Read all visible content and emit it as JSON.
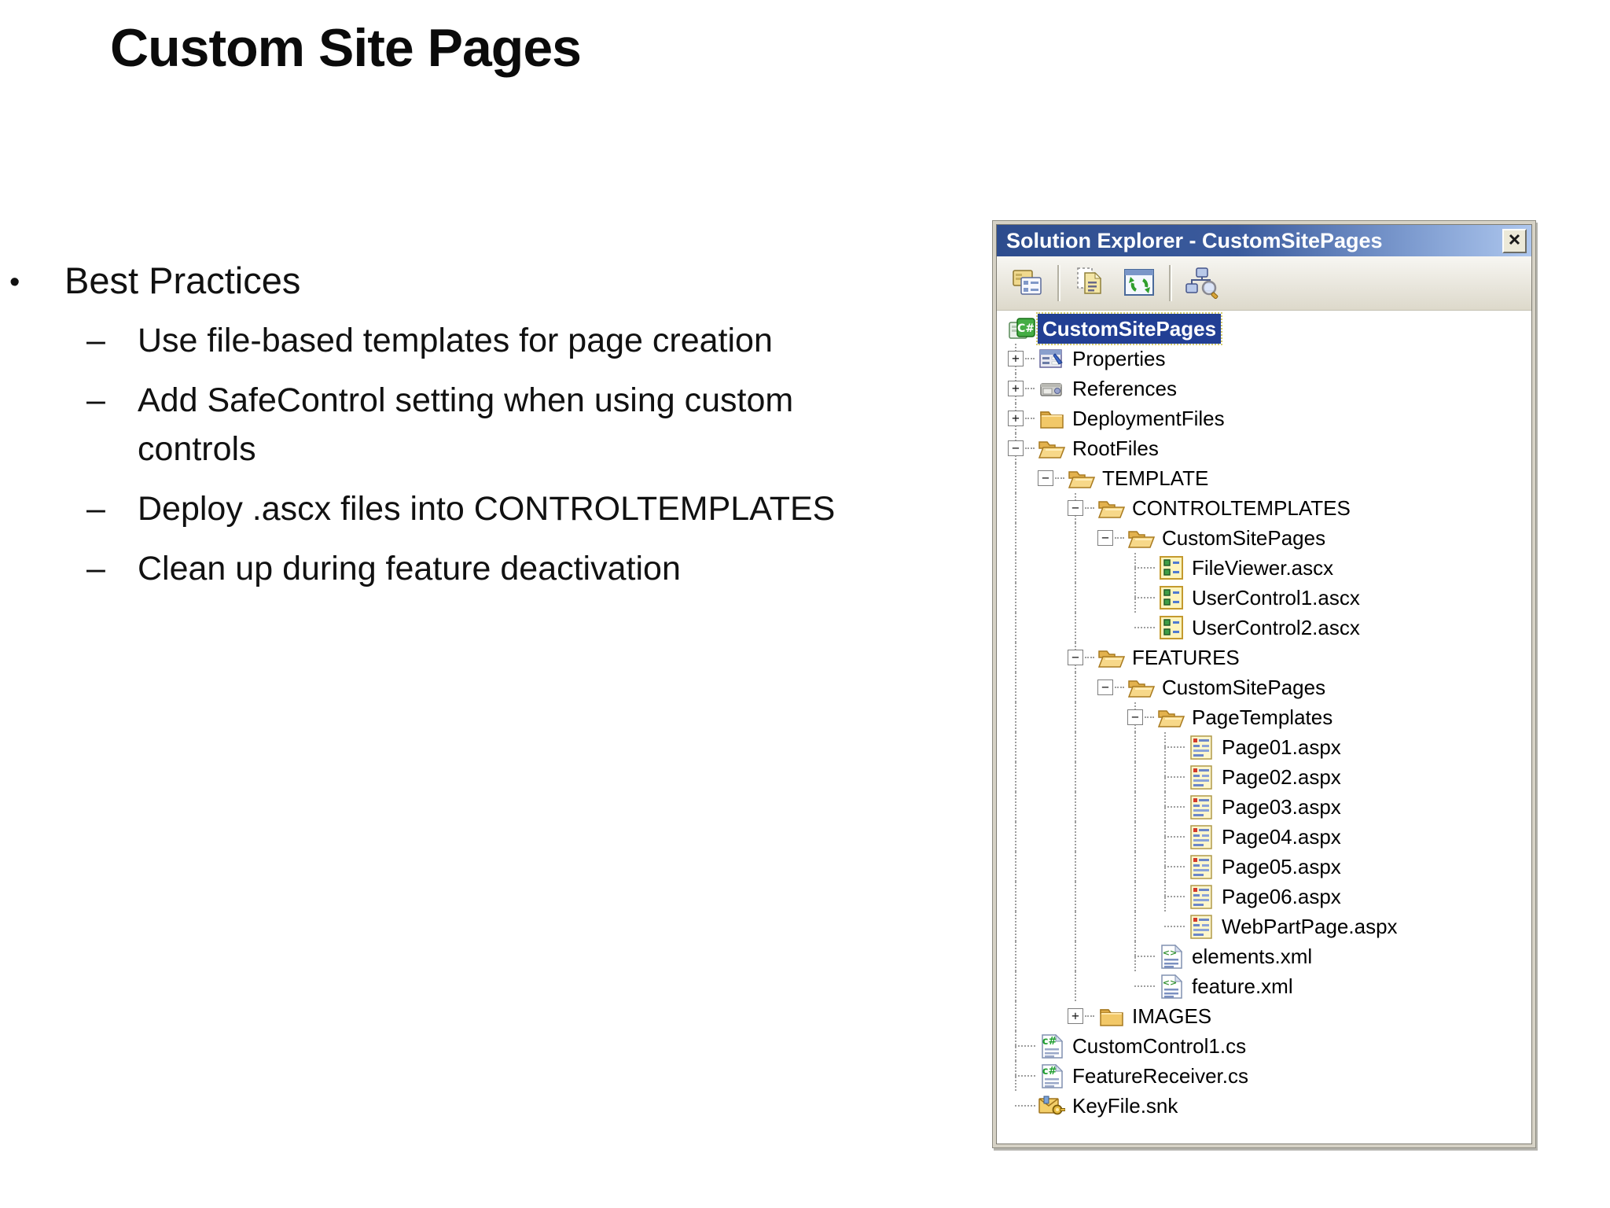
{
  "slide": {
    "title": "Custom Site Pages",
    "bullets": [
      {
        "level": 1,
        "marker": "•",
        "text": "Best Practices"
      },
      {
        "level": 2,
        "marker": "–",
        "text": "Use file-based templates for page creation"
      },
      {
        "level": 2,
        "marker": "–",
        "text": "Add SafeControl setting when using custom controls"
      },
      {
        "level": 2,
        "marker": "–",
        "text": "Deploy .ascx files into CONTROLTEMPLATES"
      },
      {
        "level": 2,
        "marker": "–",
        "text": "Clean up during feature deactivation"
      }
    ]
  },
  "solution_explorer": {
    "title": "Solution Explorer - CustomSitePages",
    "close_icon": "close-x-icon",
    "toolbar": {
      "items": [
        {
          "type": "button",
          "name": "properties-window"
        },
        {
          "type": "separator"
        },
        {
          "type": "button",
          "name": "show-all-files"
        },
        {
          "type": "button",
          "name": "refresh"
        },
        {
          "type": "separator"
        },
        {
          "type": "button",
          "name": "view-class-diagram"
        }
      ]
    },
    "colors": {
      "titlebar_start": "#2d4c8d",
      "titlebar_end": "#aec7ee",
      "selection": "#223f94",
      "folder": "#f2c868",
      "tree_background": "#ffffff"
    },
    "tree": {
      "items": [
        {
          "label": "CustomSitePages",
          "level": 0,
          "icon": "project",
          "expander": "none",
          "selected": true
        },
        {
          "label": "Properties",
          "level": 1,
          "icon": "properties",
          "expander": "plus"
        },
        {
          "label": "References",
          "level": 1,
          "icon": "references",
          "expander": "plus"
        },
        {
          "label": "DeploymentFiles",
          "level": 1,
          "icon": "folder-closed",
          "expander": "plus"
        },
        {
          "label": "RootFiles",
          "level": 1,
          "icon": "folder-open",
          "expander": "minus"
        },
        {
          "label": "TEMPLATE",
          "level": 2,
          "icon": "folder-open",
          "expander": "minus"
        },
        {
          "label": "CONTROLTEMPLATES",
          "level": 3,
          "icon": "folder-open",
          "expander": "minus"
        },
        {
          "label": "CustomSitePages",
          "level": 4,
          "icon": "folder-open",
          "expander": "minus"
        },
        {
          "label": "FileViewer.ascx",
          "level": 5,
          "icon": "ascx",
          "expander": "leaf"
        },
        {
          "label": "UserControl1.ascx",
          "level": 5,
          "icon": "ascx",
          "expander": "leaf"
        },
        {
          "label": "UserControl2.ascx",
          "level": 5,
          "icon": "ascx",
          "expander": "leaf"
        },
        {
          "label": "FEATURES",
          "level": 3,
          "icon": "folder-open",
          "expander": "minus"
        },
        {
          "label": "CustomSitePages",
          "level": 4,
          "icon": "folder-open",
          "expander": "minus"
        },
        {
          "label": "PageTemplates",
          "level": 5,
          "icon": "folder-open",
          "expander": "minus"
        },
        {
          "label": "Page01.aspx",
          "level": 6,
          "icon": "aspx",
          "expander": "leaf"
        },
        {
          "label": "Page02.aspx",
          "level": 6,
          "icon": "aspx",
          "expander": "leaf"
        },
        {
          "label": "Page03.aspx",
          "level": 6,
          "icon": "aspx",
          "expander": "leaf"
        },
        {
          "label": "Page04.aspx",
          "level": 6,
          "icon": "aspx",
          "expander": "leaf"
        },
        {
          "label": "Page05.aspx",
          "level": 6,
          "icon": "aspx",
          "expander": "leaf"
        },
        {
          "label": "Page06.aspx",
          "level": 6,
          "icon": "aspx",
          "expander": "leaf"
        },
        {
          "label": "WebPartPage.aspx",
          "level": 6,
          "icon": "aspx",
          "expander": "leaf"
        },
        {
          "label": "elements.xml",
          "level": 5,
          "icon": "xml",
          "expander": "leaf"
        },
        {
          "label": "feature.xml",
          "level": 5,
          "icon": "xml",
          "expander": "leaf"
        },
        {
          "label": "IMAGES",
          "level": 3,
          "icon": "folder-closed",
          "expander": "plus"
        },
        {
          "label": "CustomControl1.cs",
          "level": 1,
          "icon": "cs",
          "expander": "leaf"
        },
        {
          "label": "FeatureReceiver.cs",
          "level": 1,
          "icon": "cs",
          "expander": "leaf"
        },
        {
          "label": "KeyFile.snk",
          "level": 1,
          "icon": "snk",
          "expander": "leaf"
        }
      ]
    }
  }
}
